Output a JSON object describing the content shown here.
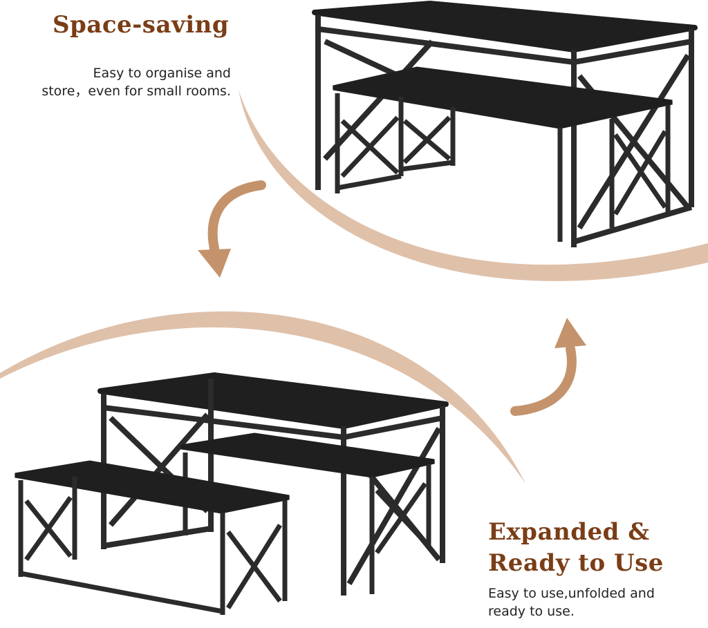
{
  "sections": {
    "compact": {
      "title": "Space-saving",
      "description_lines": [
        "Easy to organise and",
        "store，even for small rooms."
      ]
    },
    "expanded": {
      "title_lines": [
        "Expanded &",
        "Ready to Use"
      ],
      "description_lines": [
        "Easy to use,unfolded and",
        "ready to use."
      ]
    }
  },
  "colors": {
    "title": "#7a3d16",
    "accent_arrow": "#c4936b",
    "accent_swoosh": "#d9b59a",
    "furniture": "#2b2b2b",
    "furniture_top": "#1f1f1f",
    "text": "#222222"
  },
  "icons": [
    "curved-arrow-down-icon",
    "curved-arrow-up-icon",
    "swoosh-decoration"
  ]
}
